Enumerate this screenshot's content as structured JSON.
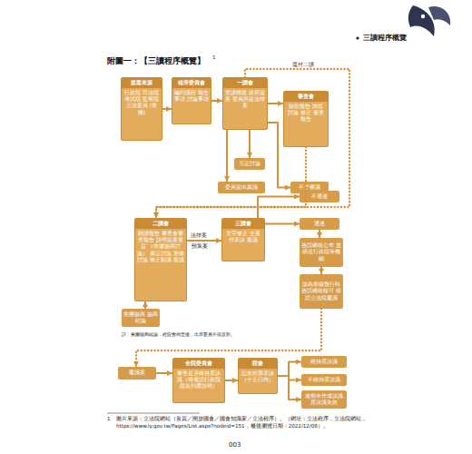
{
  "diagram": {
    "title": "附圖一：【三讀程序概覽】",
    "nodes": [
      {
        "text": [
          "提案來源",
          "行政院 司法院 考試院 監察院 立法委員 (黨團)"
        ]
      },
      {
        "text": [
          "程序委員會",
          "編列議程 報告事項 討論事項"
        ]
      },
      {
        "text": [
          "一讀會",
          "宣讀標題 政府提案 委員所提法律案"
        ]
      },
      {
        "text": [
          "審查會",
          "聽取報告 詢答 討論 修正 審查報告"
        ]
      },
      {
        "text": [
          "另定討論"
        ]
      },
      {
        "text": [
          "委員提出異議"
        ]
      },
      {
        "text": [
          "不予審議"
        ]
      },
      {
        "text": [
          "二讀會",
          "朗讀報告 審查會審查報告 說明提案要旨 （依據協商討論） 廣泛討論 逐條討論 修正動議 復議"
        ]
      },
      {
        "text": [
          "三讀會",
          "文字修正 全案付表決 復議"
        ]
      },
      {
        "text": [
          "不通過"
        ]
      },
      {
        "text": [
          "通過"
        ]
      },
      {
        "text": [
          "咨請總統公布 並函送行政院等機關"
        ]
      },
      {
        "text": [
          "認為窒礙難行時 咨請總統核可 移請立法院覆議"
        ]
      },
      {
        "text": [
          "黨團協商 協商結論"
        ]
      },
      {
        "text": [
          "覆議案"
        ]
      },
      {
        "text": [
          "全院委員會",
          "審查是否維持原決議（得邀請行政院院長列席說明）"
        ]
      },
      {
        "text": [
          "院會",
          "記名投票表決 （十五日內）"
        ]
      },
      {
        "text": [
          "維持原決議"
        ]
      },
      {
        "text": [
          "不維持原決議"
        ]
      },
      {
        "text": [
          "逾期未作成決議 原決議失效"
        ]
      }
    ],
    "edges": [
      {
        "from": 0,
        "to": 1,
        "arrow": "to"
      },
      {
        "from": 1,
        "to": 2,
        "arrow": "to"
      },
      {
        "from": 2,
        "to": 3,
        "arrow": "to"
      },
      {
        "from": 2,
        "to": 4,
        "arrow": "to"
      },
      {
        "from": 2,
        "to": 5,
        "arrow": "to"
      },
      {
        "from": 2,
        "to": 6,
        "arrow": "to"
      },
      {
        "from": 3,
        "to": 7,
        "arrow": "to"
      },
      {
        "from": 2,
        "to": 7,
        "label": "逕付二讀",
        "arrow": "to"
      },
      {
        "from": 13,
        "to": 7,
        "arrow": "to"
      },
      {
        "from": 7,
        "to": 8,
        "label": "法律案",
        "arrow": "to"
      },
      {
        "from": 8,
        "to": 9,
        "arrow": "to"
      },
      {
        "from": 8,
        "to": 10,
        "arrow": "to"
      },
      {
        "from": 10,
        "to": 11,
        "arrow": "to"
      },
      {
        "from": 11,
        "to": 12,
        "arrow": "to"
      },
      {
        "from": 12,
        "to": 14,
        "arrow": "to"
      },
      {
        "from": 14,
        "to": 15,
        "arrow": "to"
      },
      {
        "from": 15,
        "to": 16,
        "arrow": "to"
      },
      {
        "from": 16,
        "to": 17,
        "arrow": "to"
      },
      {
        "from": 16,
        "to": 18,
        "arrow": "to"
      },
      {
        "from": 16,
        "to": 19,
        "arrow": "to"
      }
    ],
    "labels": [
      "三讀程序概覽",
      "1",
      "預算案",
      "註：黨團協商結論，經院會同意後，出席委員不得反對。",
      "1",
      "圖片來源：立法院網站（首頁／開放國會／國會知識家／立法程序）。（網址：立法程序，立法院網站，https://www.ly.gov.tw/Pages/List.aspx?nodeid=151，最後瀏覽日期：2022/12/08）。",
      "003"
    ]
  }
}
